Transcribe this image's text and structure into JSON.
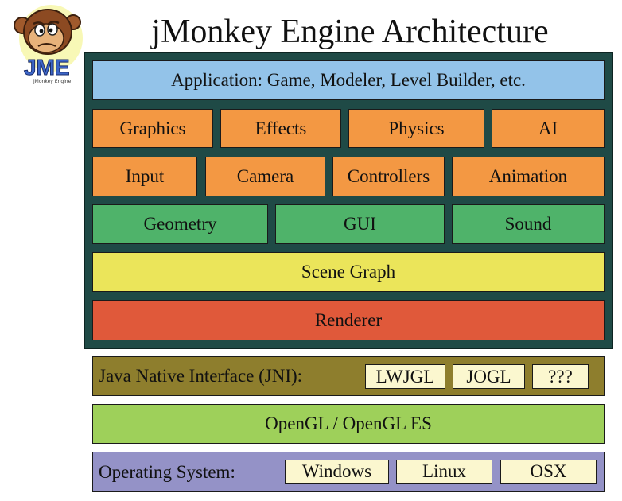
{
  "title": "jMonkey Engine Architecture",
  "logo": {
    "text": "JME",
    "tagline": "jMonkey Engine"
  },
  "colors": {
    "frame": "#1f4a46",
    "application": "#93c3e9",
    "orange": "#f39843",
    "green": "#4fb36a",
    "scene_graph": "#ebe55a",
    "renderer": "#e0593a",
    "jni": "#8e7e2d",
    "opengl": "#9ed05a",
    "os": "#9492c7",
    "chip": "#fbf7cf"
  },
  "layers": {
    "application": "Application:  Game, Modeler, Level Builder, etc.",
    "row1": [
      "Graphics",
      "Effects",
      "Physics",
      "AI"
    ],
    "row2": [
      "Input",
      "Camera",
      "Controllers",
      "Animation"
    ],
    "row3": [
      "Geometry",
      "GUI",
      "Sound"
    ],
    "scene_graph": "Scene Graph",
    "renderer": "Renderer",
    "jni": {
      "label": "Java Native Interface (JNI):",
      "items": [
        "LWJGL",
        "JOGL",
        "???"
      ]
    },
    "opengl": "OpenGL / OpenGL ES",
    "os": {
      "label": "Operating System:",
      "items": [
        "Windows",
        "Linux",
        "OSX"
      ]
    }
  }
}
